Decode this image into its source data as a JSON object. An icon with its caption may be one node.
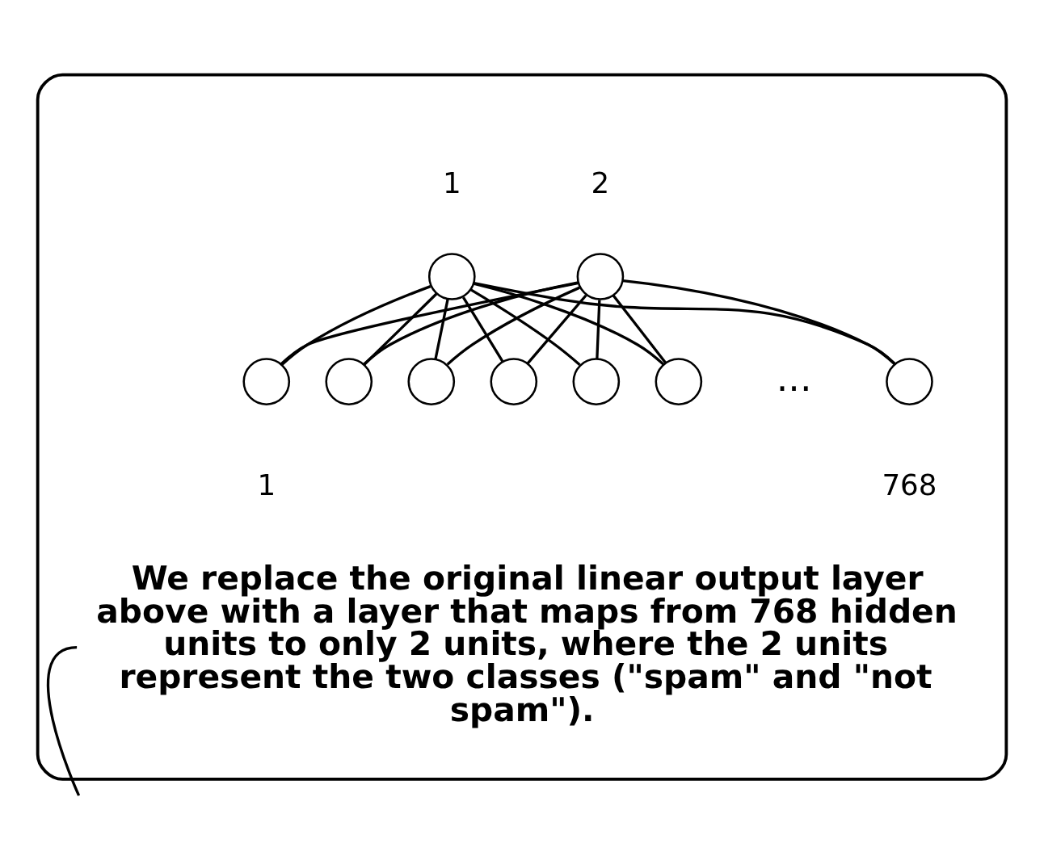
{
  "diagram": {
    "nodes": [
      {
        "text": [],
        "shape": "box"
      },
      {
        "text": [],
        "shape": "circle",
        "in": 0,
        "beside": [
          "1"
        ]
      },
      {
        "text": [],
        "shape": "circle",
        "in": 0,
        "beside": [
          "2"
        ]
      },
      {
        "text": [],
        "shape": "circle",
        "in": 0,
        "beside": [
          "1"
        ]
      },
      {
        "text": [],
        "shape": "circle",
        "in": 0
      },
      {
        "text": [],
        "shape": "circle",
        "in": 0
      },
      {
        "text": [],
        "shape": "circle",
        "in": 0
      },
      {
        "text": [],
        "shape": "circle",
        "in": 0
      },
      {
        "text": [],
        "shape": "circle",
        "in": 0
      },
      {
        "text": [],
        "shape": "circle",
        "in": 0,
        "beside": [
          "768"
        ]
      },
      {
        "text": [
          "We replace the original linear output layer above with a layer that maps from 768 hidden units to only 2 units, where the 2 units represent the two classes (\"spam\" and \"not spam\")."
        ],
        "in": 0
      }
    ],
    "edges": [
      {
        "from": 1,
        "to": 3,
        "arrow": "none"
      },
      {
        "from": 1,
        "to": 4,
        "arrow": "none"
      },
      {
        "from": 1,
        "to": 5,
        "arrow": "none"
      },
      {
        "from": 1,
        "to": 6,
        "arrow": "none"
      },
      {
        "from": 1,
        "to": 7,
        "arrow": "none"
      },
      {
        "from": 1,
        "to": 8,
        "arrow": "none"
      },
      {
        "from": 1,
        "to": 9,
        "arrow": "none"
      },
      {
        "from": 2,
        "to": 3,
        "arrow": "none"
      },
      {
        "from": 2,
        "to": 4,
        "arrow": "none"
      },
      {
        "from": 2,
        "to": 5,
        "arrow": "none"
      },
      {
        "from": 2,
        "to": 6,
        "arrow": "none"
      },
      {
        "from": 2,
        "to": 7,
        "arrow": "none"
      },
      {
        "from": 2,
        "to": 8,
        "arrow": "none"
      },
      {
        "from": 2,
        "to": 9,
        "arrow": "none"
      },
      {
        "from": 10,
        "to": null,
        "arrow": "none"
      }
    ],
    "labels": [
      "..."
    ]
  }
}
